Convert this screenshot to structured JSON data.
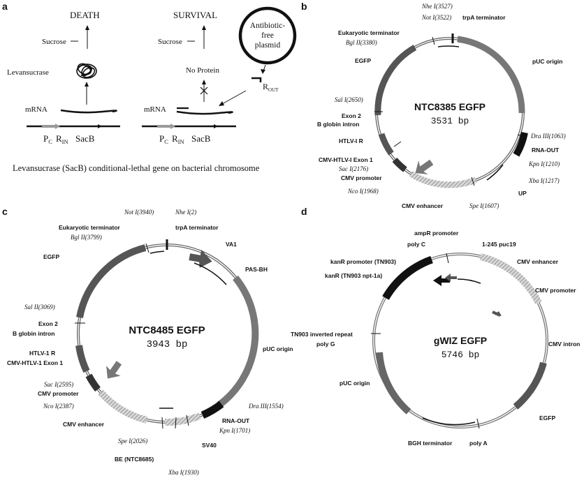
{
  "panel_a": {
    "letter": "a",
    "death": "DEATH",
    "survival": "SURVIVAL",
    "sucrose_1": "Sucrose",
    "sucrose_2": "Sucrose",
    "levansucrase": "Levansucrase",
    "no_protein": "No Protein",
    "mrna_1": "mRNA",
    "mrna_2": "mRNA",
    "plasmid_line1": "Antibiotic-",
    "plasmid_line2": "free",
    "plasmid_line3": "plasmid",
    "r_out": "R",
    "r_out_sub": "OUT",
    "pc_1": "P",
    "pc_1_sub": "C",
    "rin_1": "R",
    "rin_1_sub": "IN",
    "sacb_1": "SacB",
    "pc_2": "P",
    "pc_2_sub": "C",
    "rin_2": "R",
    "rin_2_sub": "IN",
    "sacb_2": "SacB",
    "caption": "Levansucrase (SacB) conditional-lethal gene on bacterial chromosome"
  },
  "panel_b": {
    "letter": "b",
    "name": "NTC8385 EGFP",
    "size": "3531 bp",
    "labels": {
      "nhe": "Nhe I(3527)",
      "not": "Not I(3522)",
      "trpa": "trpA terminator",
      "euk": "Eukaryotic terminator",
      "bgl": "Bgl II(3380)",
      "egfp": "EGFP",
      "puc": "pUC origin",
      "sal": "Sal I(2650)",
      "exon2": "Exon 2",
      "bglobin": "B globin intron",
      "htlv": "HTLV-I R",
      "cmvhtlv": "CMV-HTLV-I Exon 1",
      "sac": "Sac I(2176)",
      "cmvp": "CMV promoter",
      "nco": "Nco I(1968)",
      "cmve": "CMV enhancer",
      "spe": "Spe I(1607)",
      "up": "UP",
      "xba": "Xba I(1217)",
      "kpn": "Kpn I(1210)",
      "rnaout": "RNA-OUT",
      "dra": "Dra III(1063)"
    }
  },
  "panel_c": {
    "letter": "c",
    "name": "NTC8485 EGFP",
    "size": "3943 bp",
    "labels": {
      "not": "Not I(3940)",
      "nhe": "Nhe I(2)",
      "euk": "Eukaryotic terminator",
      "trpa": "trpA terminator",
      "bgl": "Bgl II(3799)",
      "va1": "VA1",
      "pasbh": "PAS-BH",
      "egfp": "EGFP",
      "sal": "Sal II(3069)",
      "exon2": "Exon 2",
      "bglobin": "B globin intron",
      "puc": "pUC origin",
      "htlv": "HTLV-1 R",
      "cmvhtlv": "CMV-HTLV-1 Exon 1",
      "sac": "Sac I(2595)",
      "cmvp": "CMV promoter",
      "nco": "Nco I(2387)",
      "dra": "Dra III(1554)",
      "rnaout": "RNA-OUT",
      "cmve": "CMV enhancer",
      "kpn": "Kpn I(1701)",
      "spe": "Spe I(2026)",
      "sv40": "SV40",
      "be": "BE (NTC8685)",
      "xba": "Xba I(1930)"
    }
  },
  "panel_d": {
    "letter": "d",
    "name": "gWIZ EGFP",
    "size": "5746 bp",
    "labels": {
      "amprp": "ampR promoter",
      "polyc": "poly C",
      "puc19": "1-245 puc19",
      "kanrp": "kanR promoter (TN903)",
      "kanr": "kanR (TN903 npt-1a)",
      "cmve": "CMV enhancer",
      "cmvp": "CMV promoter",
      "tn903": "TN903 inverted repeat",
      "polyg": "poly G",
      "cmvi": "CMV intron",
      "puc": "pUC origin",
      "egfp": "EGFP",
      "bgh": "BGH terminator",
      "polya": "poly A"
    }
  }
}
